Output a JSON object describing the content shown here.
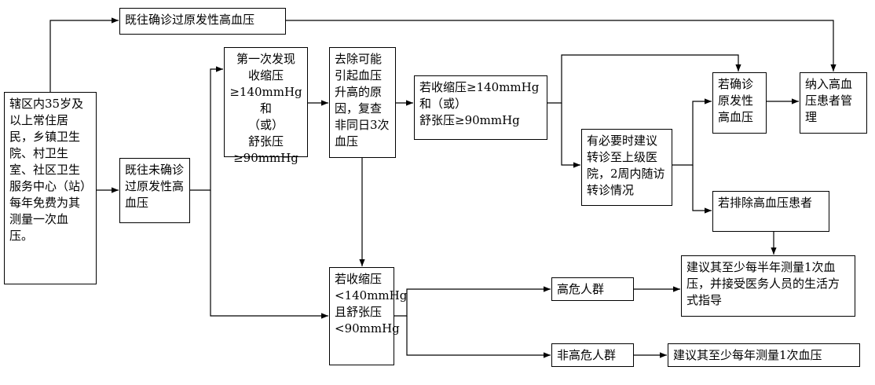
{
  "nodes": {
    "residents": "辖区内35岁及以上常住居民，乡镇卫生院、村卫生室、社区卫生服务中心（站）每年免费为其测量一次血压。",
    "diagnosed_before": "既往确诊过原发性高血压",
    "not_diagnosed_before": "既往未确诊过原发性高血压",
    "first_found": "第一次发现\n收缩压\n≥140mmHg和\n（或）\n舒张压\n≥90mmHg",
    "recheck": "去除可能引起血压升高的原因，复查非同日3次血压",
    "if_high": "若收缩压≥140mmHg\n和（或）\n舒张压≥90mmHg",
    "referral": "有必要时建议转诊至上级医院，2周内随访转诊情况",
    "if_confirmed": "若确诊原发性高血压",
    "manage": "纳入高血压患者管理",
    "if_excluded": "若排除高血压患者",
    "if_normal": "若收缩压\n<140mmHg\n且舒张压\n<90mmHg",
    "high_risk": "高危人群",
    "non_high_risk": "非高危人群",
    "advice_half_year": "建议其至少每半年测量1次血压，并接受医务人员的生活方式指导",
    "advice_yearly": "建议其至少每年测量1次血压"
  },
  "colors": {
    "line": "#000000",
    "box_border": "#000000",
    "background": "#ffffff"
  }
}
